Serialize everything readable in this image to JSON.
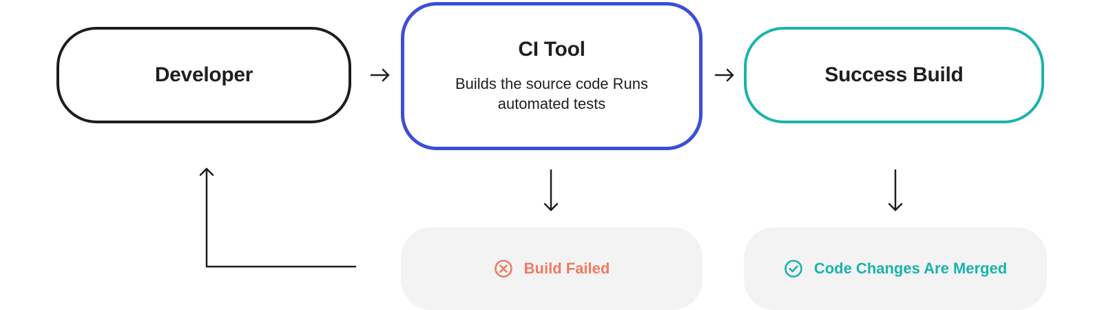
{
  "nodes": {
    "developer": {
      "title": "Developer"
    },
    "ci_tool": {
      "title": "CI Tool",
      "description": "Builds the source code Runs automated tests"
    },
    "success_build": {
      "title": "Success Build"
    }
  },
  "outcomes": {
    "build_failed": {
      "label": "Build Failed",
      "icon": "x-circle-icon"
    },
    "code_merged": {
      "label": "Code Changes Are Merged",
      "icon": "check-circle-icon"
    }
  },
  "colors": {
    "developer_border": "#1d1d1d",
    "ci_border": "#3b4fd6",
    "success_border": "#19b3ac",
    "failed_text": "#f07a62",
    "merged_text": "#19b3ac",
    "outcome_bg": "#f3f3f3",
    "arrow": "#1d1d1d"
  }
}
